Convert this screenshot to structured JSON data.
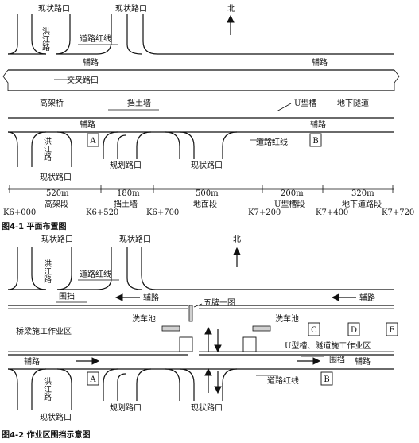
{
  "fig1": {
    "caption": "图4-1 平面布置图",
    "north": "北",
    "labels": {
      "road_top_left": "现状路口",
      "road_top_mid": "现状路口",
      "hongjiang_top": "洪江路",
      "red_line_top": "道路红线",
      "aux_left": "辅路",
      "aux_right": "辅路",
      "junction": "交叉路口",
      "viaduct": "高架桥",
      "retaining_wall": "挡土墙",
      "u_trough": "U型槽",
      "tunnel": "地下隧道",
      "aux_bottom_left": "辅路",
      "aux_bottom_right": "辅路",
      "hongjiang_bottom": "洪江路",
      "box_a": "A",
      "box_b": "B",
      "red_line_bottom": "道路红线",
      "planned_junction": "规划路口",
      "existing_junction_bottom": "现状路口",
      "existing_junction_bl": "现状路口"
    },
    "segments": [
      {
        "length": "520m",
        "name": "高架段",
        "start": "K6+000"
      },
      {
        "length": "180m",
        "name": "挡土墙",
        "start": "K6+520"
      },
      {
        "length": "500m",
        "name": "地面段",
        "start": "K6+700"
      },
      {
        "length": "200m",
        "name": "U型槽段",
        "start": "K7+200"
      },
      {
        "length": "320m",
        "name": "地下道路段",
        "start": "K7+400"
      }
    ],
    "end_station": "K7+720"
  },
  "fig2": {
    "caption": "图4-2 作业区围挡示意图",
    "north": "北",
    "labels": {
      "road_top_left": "现状路口",
      "road_top_mid": "现状路口",
      "hongjiang_top": "洪江路",
      "red_line_top": "道路红线",
      "fence_top": "围挡",
      "aux_top_left": "辅路",
      "aux_top_right": "辅路",
      "five_boards": "五牌一图",
      "wash_left": "洗车池",
      "wash_right": "洗车池",
      "bridge_zone": "桥梁施工作业区",
      "box_c": "C",
      "box_d": "D",
      "box_e": "E",
      "u_zone": "U型槽、隧道施工作业区",
      "fence_bottom": "围挡",
      "aux_bottom_left": "辅路",
      "aux_bottom_right": "辅路",
      "hongjiang_bottom": "洪江路",
      "box_a": "A",
      "box_b": "B",
      "red_line_bottom": "道路红线",
      "planned_junction": "规划路口",
      "existing_junction_bottom": "现状路口",
      "existing_junction_bl": "现状路口"
    }
  }
}
